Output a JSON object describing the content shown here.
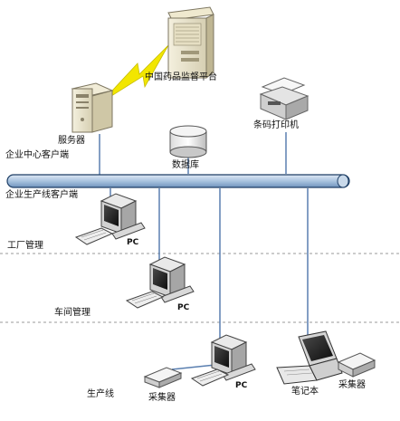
{
  "labels": {
    "platform": "中国药品监督平台",
    "server": "服务器",
    "barcode_printer": "条码打印机",
    "database": "数据库",
    "enterprise_center_client": "企业中心客户端",
    "production_line_client": "企业生产线客户端",
    "factory_management": "工厂管理",
    "workshop_management": "车间管理",
    "production_line": "生产线",
    "pc1": "PC",
    "pc2": "PC",
    "pc3": "PC",
    "laptop": "笔记本",
    "collector_left": "采集器",
    "collector_right": "采集器"
  },
  "colors": {
    "bus_fill": "#b7cde3",
    "bus_stroke": "#1f3f66",
    "line": "#5a7fb0",
    "lightning": "#f2e600",
    "divider": "#9a9a9a"
  }
}
